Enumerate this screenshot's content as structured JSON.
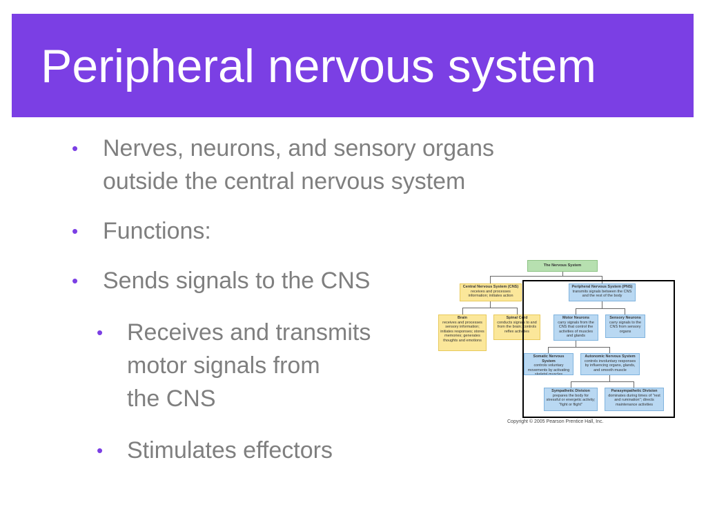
{
  "slide": {
    "title": "Peripheral nervous system",
    "accent_color": "#7b3fe4",
    "bullets": [
      {
        "level": 1,
        "lines": [
          "Nerves, neurons, and sensory organs",
          "outside the central nervous system"
        ]
      },
      {
        "level": 1,
        "lines": [
          "Functions:"
        ]
      },
      {
        "level": 1,
        "lines": [
          "Sends signals to the CNS"
        ]
      },
      {
        "level": 2,
        "lines": [
          "Receives and transmits",
          "motor signals from",
          "the CNS"
        ]
      },
      {
        "level": 2,
        "lines": [
          "Stimulates effectors"
        ]
      }
    ]
  },
  "diagram": {
    "root": {
      "title": "The Nervous System"
    },
    "cns": {
      "title": "Central Nervous System (CNS)",
      "desc": "receives and processes information; initiates action"
    },
    "pns": {
      "title": "Peripheral Nervous System (PNS)",
      "desc": "transmits signals between the CNS and the rest of the body"
    },
    "brain": {
      "title": "Brain",
      "desc": "receives and processes sensory information; initiates responses; stores memories; generates thoughts and emotions"
    },
    "spinal_cord": {
      "title": "Spinal Cord",
      "desc": "conducts signals to and from the brain; controls reflex activities"
    },
    "motor_neurons": {
      "title": "Motor Neurons",
      "desc": "carry signals from the CNS that control the activities of muscles and glands"
    },
    "sensory_neurons": {
      "title": "Sensory Neurons",
      "desc": "carry signals to the CNS from sensory organs"
    },
    "somatic": {
      "title": "Somatic Nervous System",
      "desc": "controls voluntary movements by activating skeletal muscles"
    },
    "autonomic": {
      "title": "Autonomic Nervous System",
      "desc": "controls involuntary responses by influencing organs, glands, and smooth muscle"
    },
    "sympathetic": {
      "title": "Sympathetic Division",
      "desc": "prepares the body for stressful or energetic activity; \"fight or flight\""
    },
    "parasympathetic": {
      "title": "Parasympathetic Division",
      "desc": "dominates during times of \"rest and rumination\"; directs maintenance activities"
    },
    "copyright": "Copyright © 2005 Pearson Prentice Hall, Inc."
  }
}
